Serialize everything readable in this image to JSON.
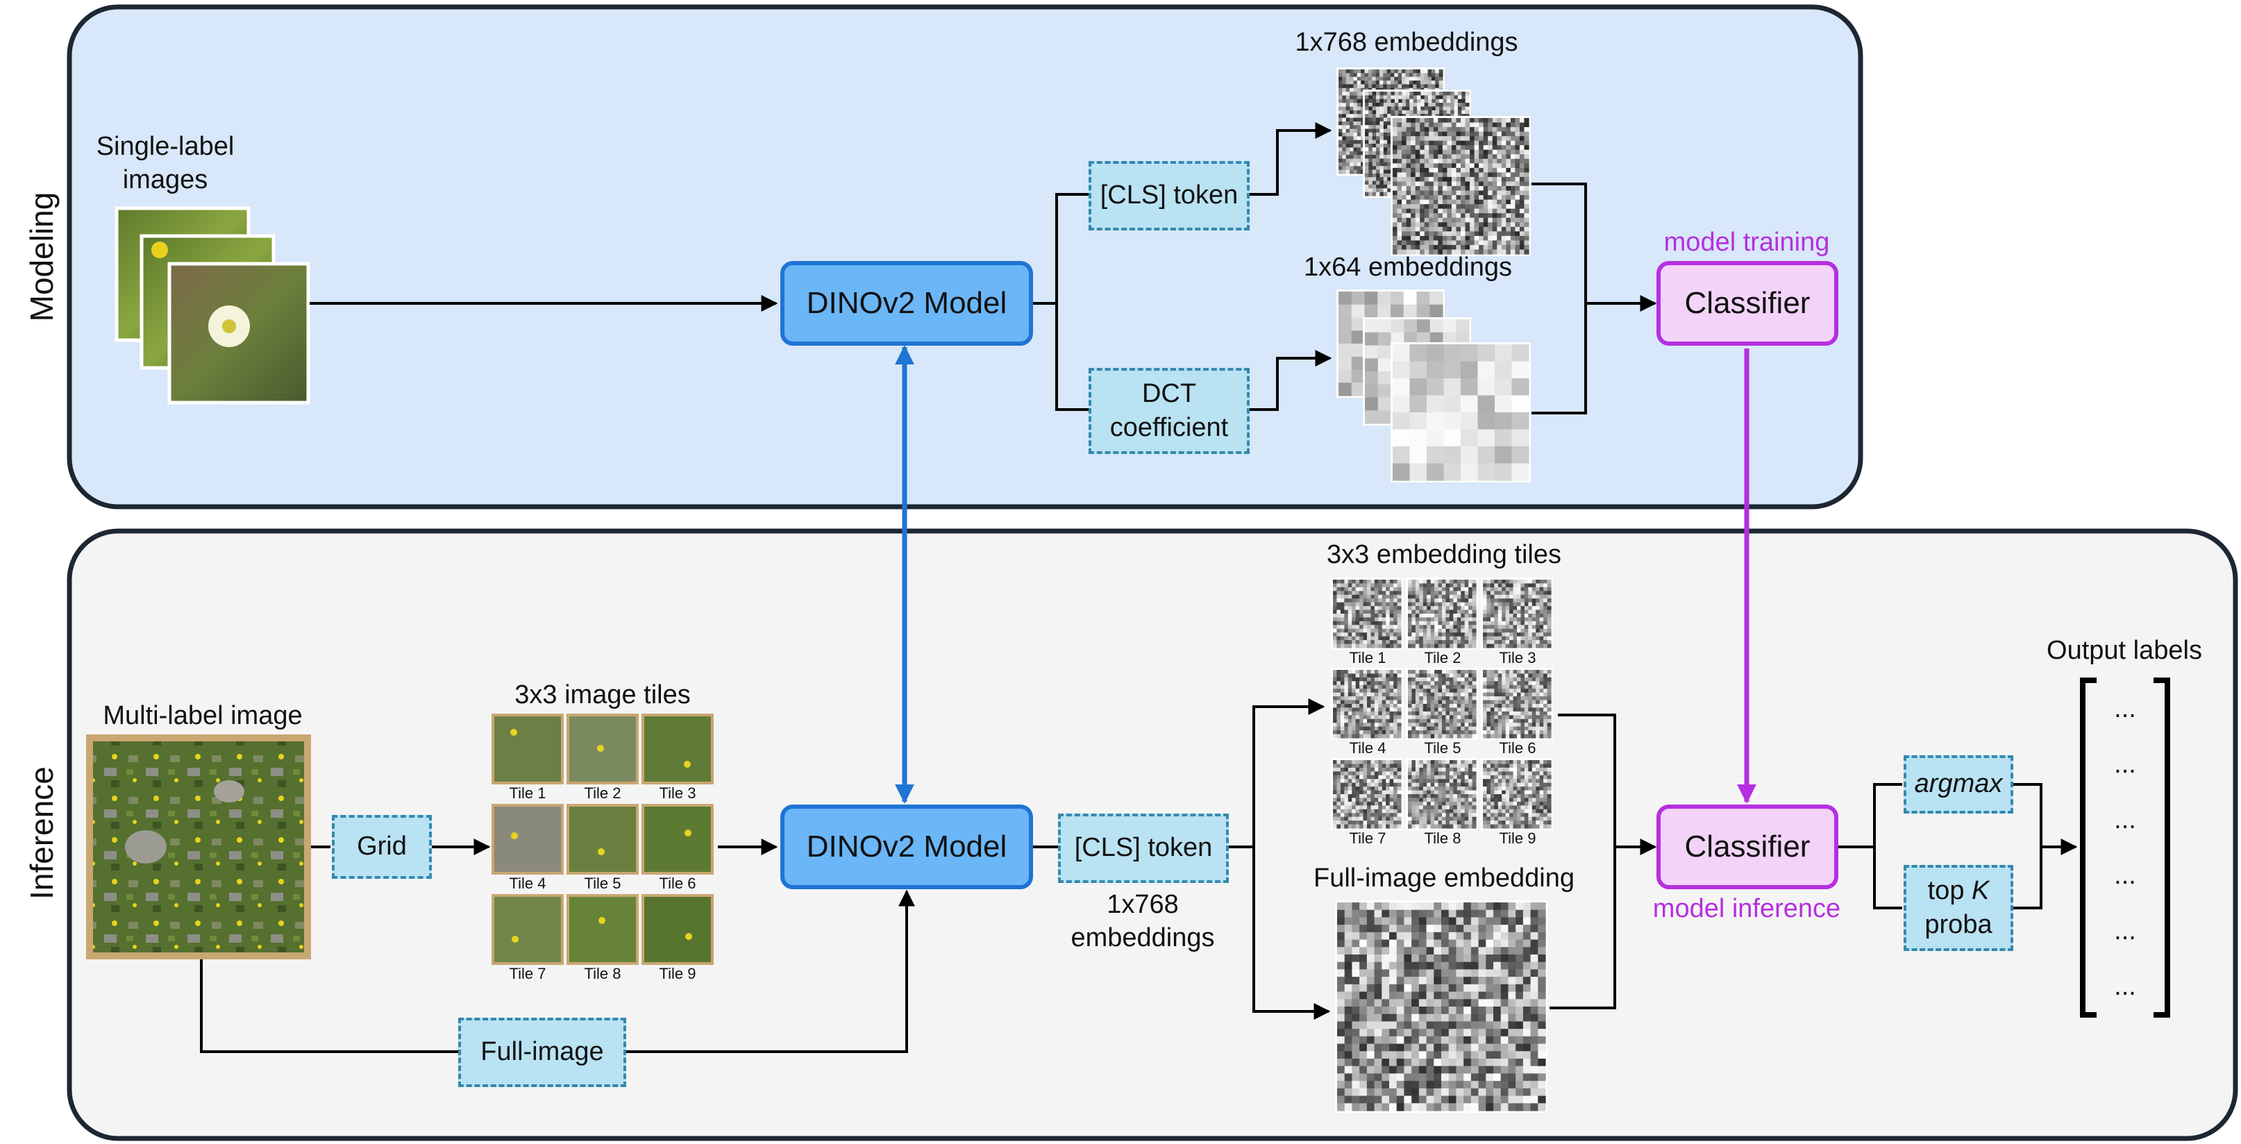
{
  "sections": {
    "modeling": "Modeling",
    "inference": "Inference"
  },
  "modeling": {
    "input_label_line1": "Single-label",
    "input_label_line2": "images",
    "dinov2": "DINOv2 Model",
    "cls_token": "[CLS] token",
    "dct_line1": "DCT",
    "dct_line2": "coefficient",
    "emb768": "1x768 embeddings",
    "emb64": "1x64 embeddings",
    "classifier": "Classifier",
    "classifier_note": "model training"
  },
  "inference": {
    "input_label": "Multi-label image",
    "grid": "Grid",
    "image_tiles_title": "3x3 image tiles",
    "tile_labels": [
      "Tile 1",
      "Tile 2",
      "Tile 3",
      "Tile 4",
      "Tile 5",
      "Tile 6",
      "Tile 7",
      "Tile 8",
      "Tile 9"
    ],
    "full_image": "Full-image",
    "dinov2": "DINOv2 Model",
    "cls_token": "[CLS] token",
    "emb_line1": "1x768",
    "emb_line2": "embeddings",
    "emb_tiles_title": "3x3 embedding tiles",
    "full_emb_title": "Full-image embedding",
    "classifier": "Classifier",
    "classifier_note": "model inference",
    "argmax": "argmax",
    "topk_pre": "top ",
    "topk_k": "K",
    "topk_post": "proba",
    "output_title": "Output labels",
    "output_items": [
      "...",
      "...",
      "...",
      "...",
      "...",
      "..."
    ]
  },
  "colors": {
    "modeling_bg": "#d8e7f9",
    "inference_bg": "#f4f4f4",
    "dino_fill": "#6bb6f6",
    "dino_border": "#1f74d4",
    "classifier_fill": "#f3d3f8",
    "classifier_border": "#b52fe0",
    "op_fill": "#b9e2f3",
    "op_border": "#3489ad"
  }
}
